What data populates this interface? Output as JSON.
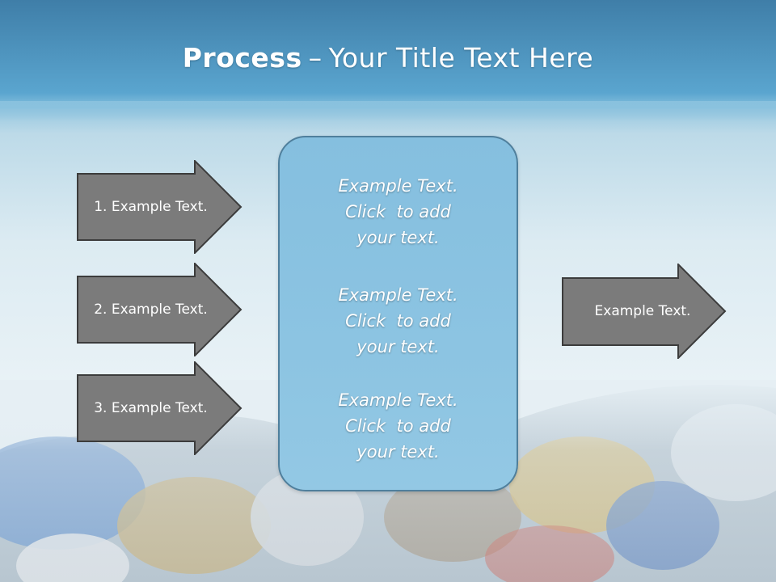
{
  "slide": {
    "title_bold": "Process",
    "title_separator": "–",
    "title_rest": "Your Title Text Here"
  },
  "left_arrows": [
    {
      "label": "1. Example Text."
    },
    {
      "label": "2. Example Text."
    },
    {
      "label": "3. Example Text."
    }
  ],
  "center_box": {
    "blocks": [
      {
        "line1": "Example Text.",
        "line2": "Click  to add",
        "line3": "your text."
      },
      {
        "line1": "Example Text.",
        "line2": "Click  to add",
        "line3": "your text."
      },
      {
        "line1": "Example Text.",
        "line2": "Click  to add",
        "line3": "your text."
      }
    ]
  },
  "right_arrow": {
    "label": "Example Text."
  },
  "colors": {
    "arrow_fill": "#7b7b7b",
    "arrow_stroke": "#3c3c3c",
    "box_fill": "#8cc4e2",
    "title_band": "#5aa5cf"
  }
}
